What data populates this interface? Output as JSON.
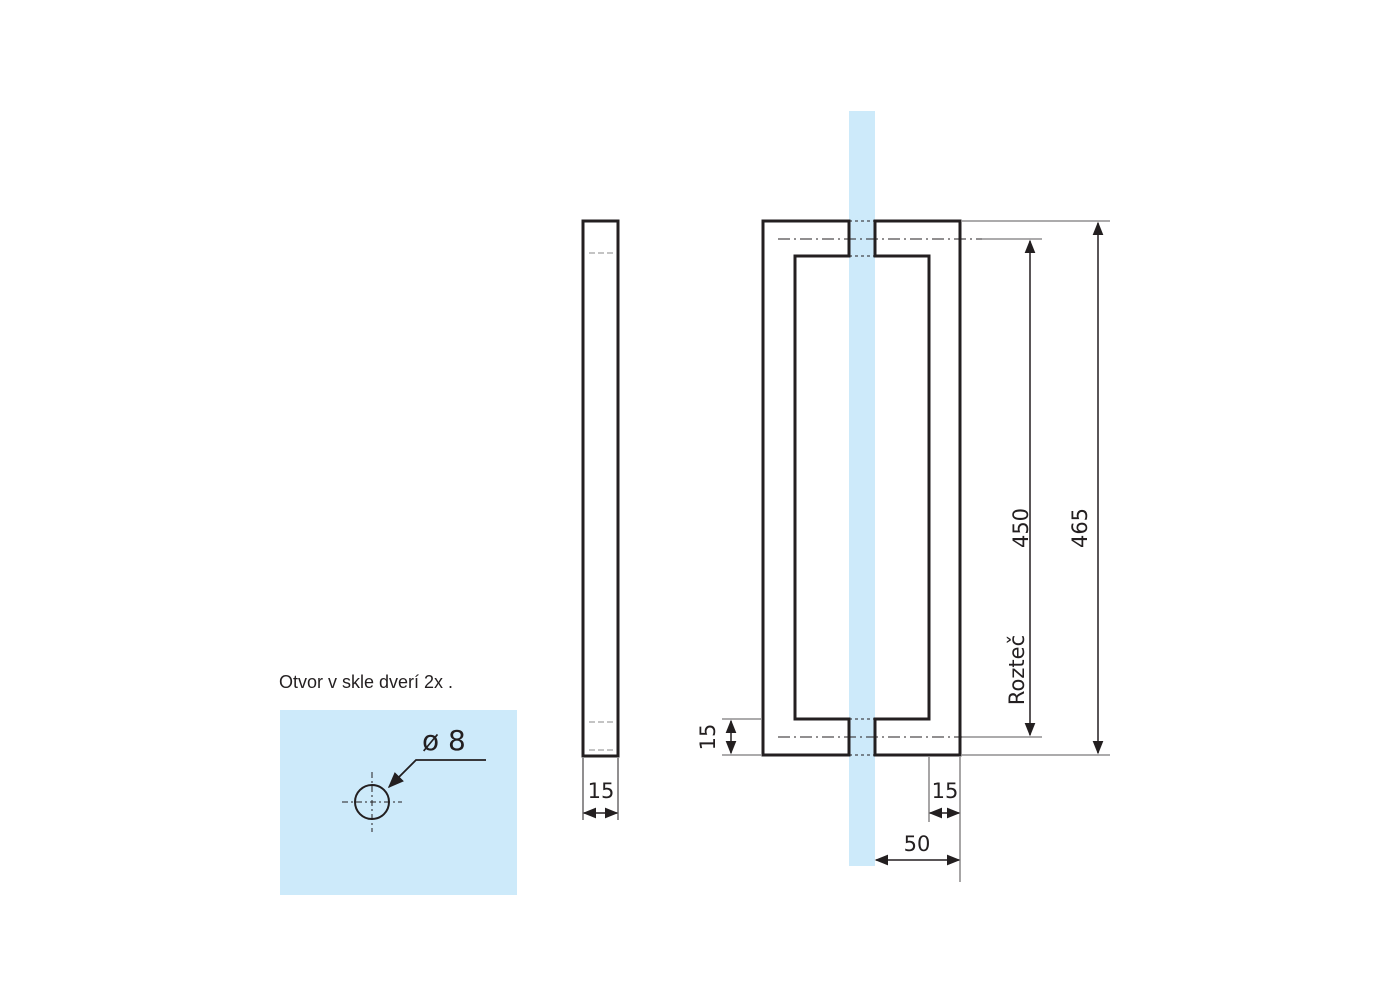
{
  "hole_note": {
    "label": "Otvor v skle dverí 2x .",
    "diameter_label": "ø 8"
  },
  "dimensions": {
    "side_width": "15",
    "bottom_offset": "15",
    "bar_width": "15",
    "glass_to_edge": "50",
    "center_spacing": "450",
    "overall_length": "465",
    "spacing_caption": "Rozteč"
  },
  "colors": {
    "glass": "#cdeafa",
    "line": "#231f20",
    "background": "#ffffff"
  }
}
